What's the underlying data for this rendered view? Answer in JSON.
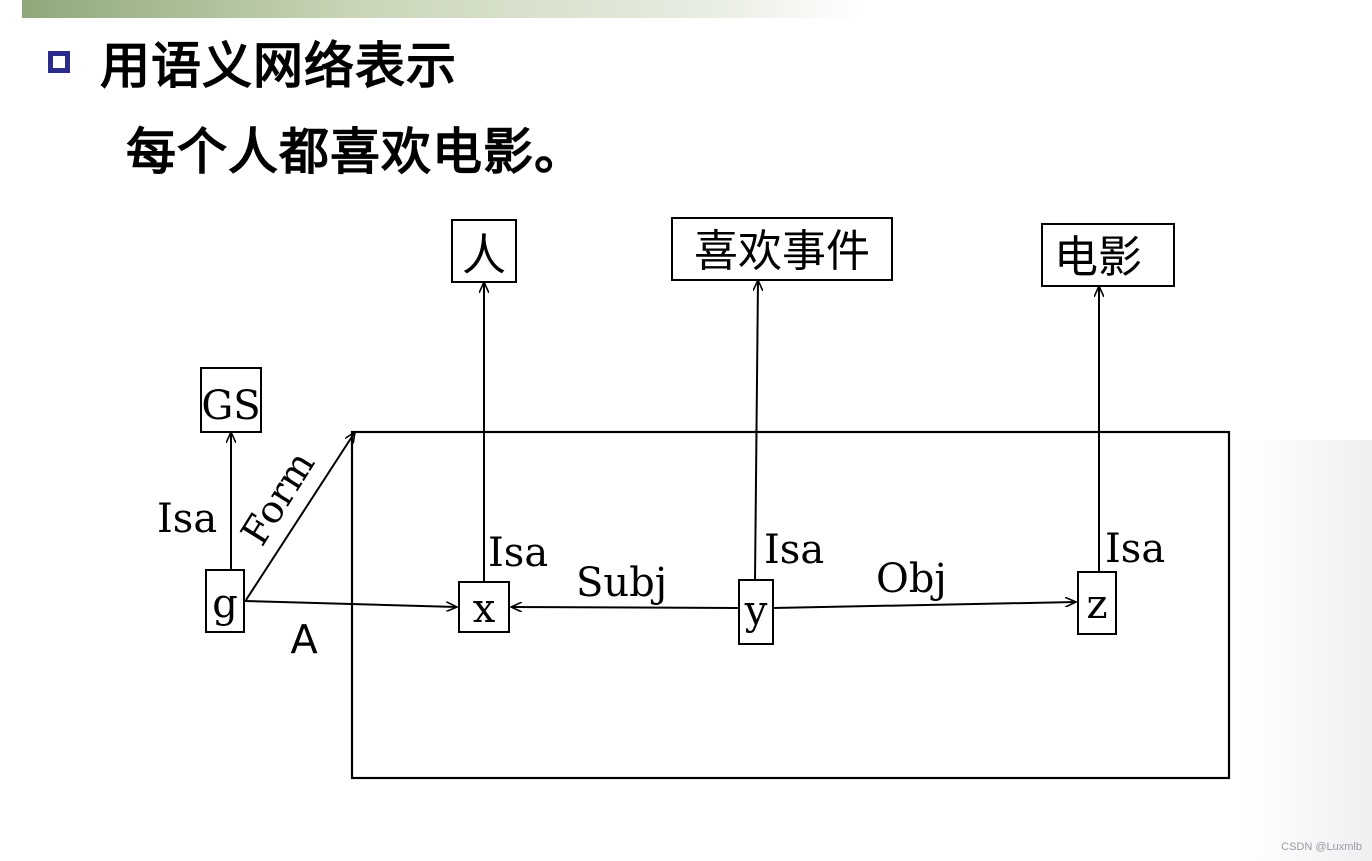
{
  "slide": {
    "heading": "用语义网络表示",
    "subheading": "每个人都喜欢电影。",
    "watermark": "CSDN @Luxmlb"
  },
  "network": {
    "nodes": {
      "person": "人",
      "like_event": "喜欢事件",
      "movie": "电影",
      "gs": "GS",
      "g": "g",
      "x": "x",
      "y": "y",
      "z": "z"
    },
    "edges": {
      "g_isa": "Isa",
      "g_form": "Form",
      "g_forall": "∀",
      "x_isa": "Isa",
      "y_isa": "Isa",
      "z_isa": "Isa",
      "y_subj": "Subj",
      "y_obj": "Obj"
    }
  },
  "colors": {
    "bullet": "#2b2b8c",
    "line": "#000000"
  }
}
